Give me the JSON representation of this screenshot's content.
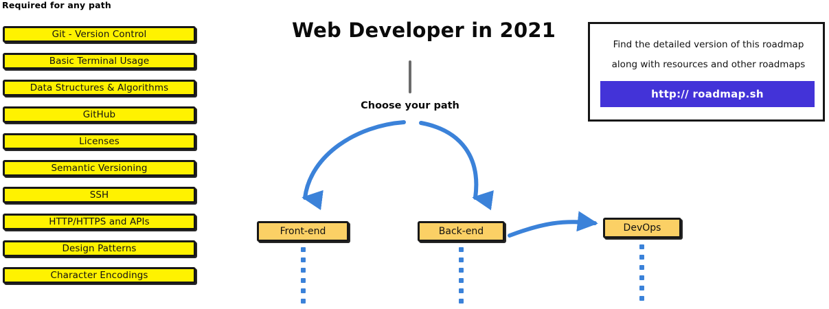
{
  "page": {
    "title": "Web Developer in 2021",
    "background": "#ffffff"
  },
  "colors": {
    "required_box_fill": "#FFF200",
    "path_box_fill": "#FBD065",
    "box_border": "#181818",
    "arrow_blue": "#3B82D9",
    "button_blue": "#4333D8",
    "trunk_gray": "#6b6b6b",
    "text": "#111111"
  },
  "sidebar": {
    "heading": "Required for any path",
    "items": [
      {
        "label": "Git - Version Control"
      },
      {
        "label": "Basic Terminal Usage"
      },
      {
        "label": "Data Structures & Algorithms"
      },
      {
        "label": "GitHub"
      },
      {
        "label": "Licenses"
      },
      {
        "label": "Semantic Versioning"
      },
      {
        "label": "SSH"
      },
      {
        "label": "HTTP/HTTPS and APIs"
      },
      {
        "label": "Design Patterns"
      },
      {
        "label": "Character Encodings"
      }
    ]
  },
  "center": {
    "title": "Web Developer in 2021",
    "choose_label": "Choose your path",
    "paths": [
      {
        "id": "frontend",
        "label": "Front-end"
      },
      {
        "id": "backend",
        "label": "Back-end"
      },
      {
        "id": "devops",
        "label": "DevOps"
      }
    ],
    "dot_count": 6
  },
  "info_card": {
    "line1": "Find the detailed version of this roadmap",
    "line2": "along with resources and other roadmaps",
    "button_label": "http:// roadmap.sh"
  }
}
